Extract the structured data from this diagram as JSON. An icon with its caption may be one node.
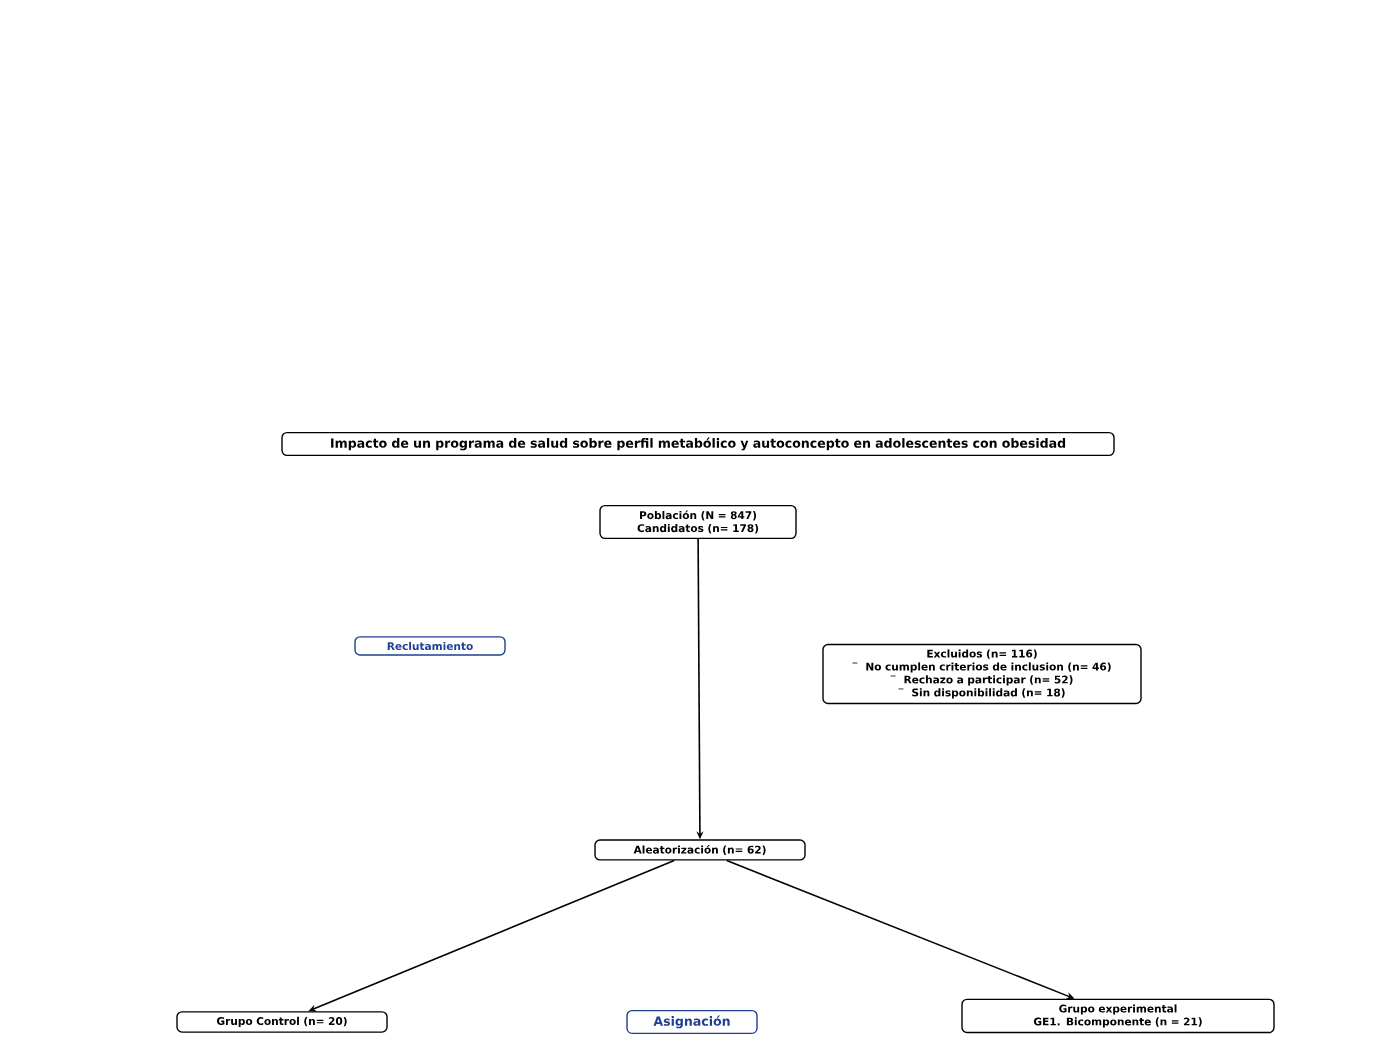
{
  "diagram": {
    "nodes": [
      {
        "text": [
          "Impacto de un programa de salud sobre perfil metabólico y autoconcepto en adolescentes con obesidad"
        ]
      },
      {
        "text": [
          "Población (N = 847)",
          "Candidatos (n= 178)"
        ]
      },
      {
        "text": [
          "Reclutamiento"
        ]
      },
      {
        "text": [
          "Excluidos (n= 116)",
          "No cumplen criterios de inclusion (n= 46)",
          "Rechazo a participar (n= 52)",
          "Sin disponibilidad (n= 18)"
        ]
      },
      {
        "text": [
          "Aleatorización (n= 62)"
        ]
      },
      {
        "text": [
          "Asignación"
        ]
      },
      {
        "text": [
          "Grupo Control (n= 20)"
        ]
      },
      {
        "text": [
          "Grupo experimental",
          "GE1. Bicomponente (n = 21)"
        ]
      }
    ],
    "edges": [
      {
        "from": 1,
        "to": 4,
        "arrow": "to"
      },
      {
        "from": 4,
        "to": 6,
        "arrow": "to"
      },
      {
        "from": 4,
        "to": 7,
        "arrow": "to"
      }
    ]
  }
}
